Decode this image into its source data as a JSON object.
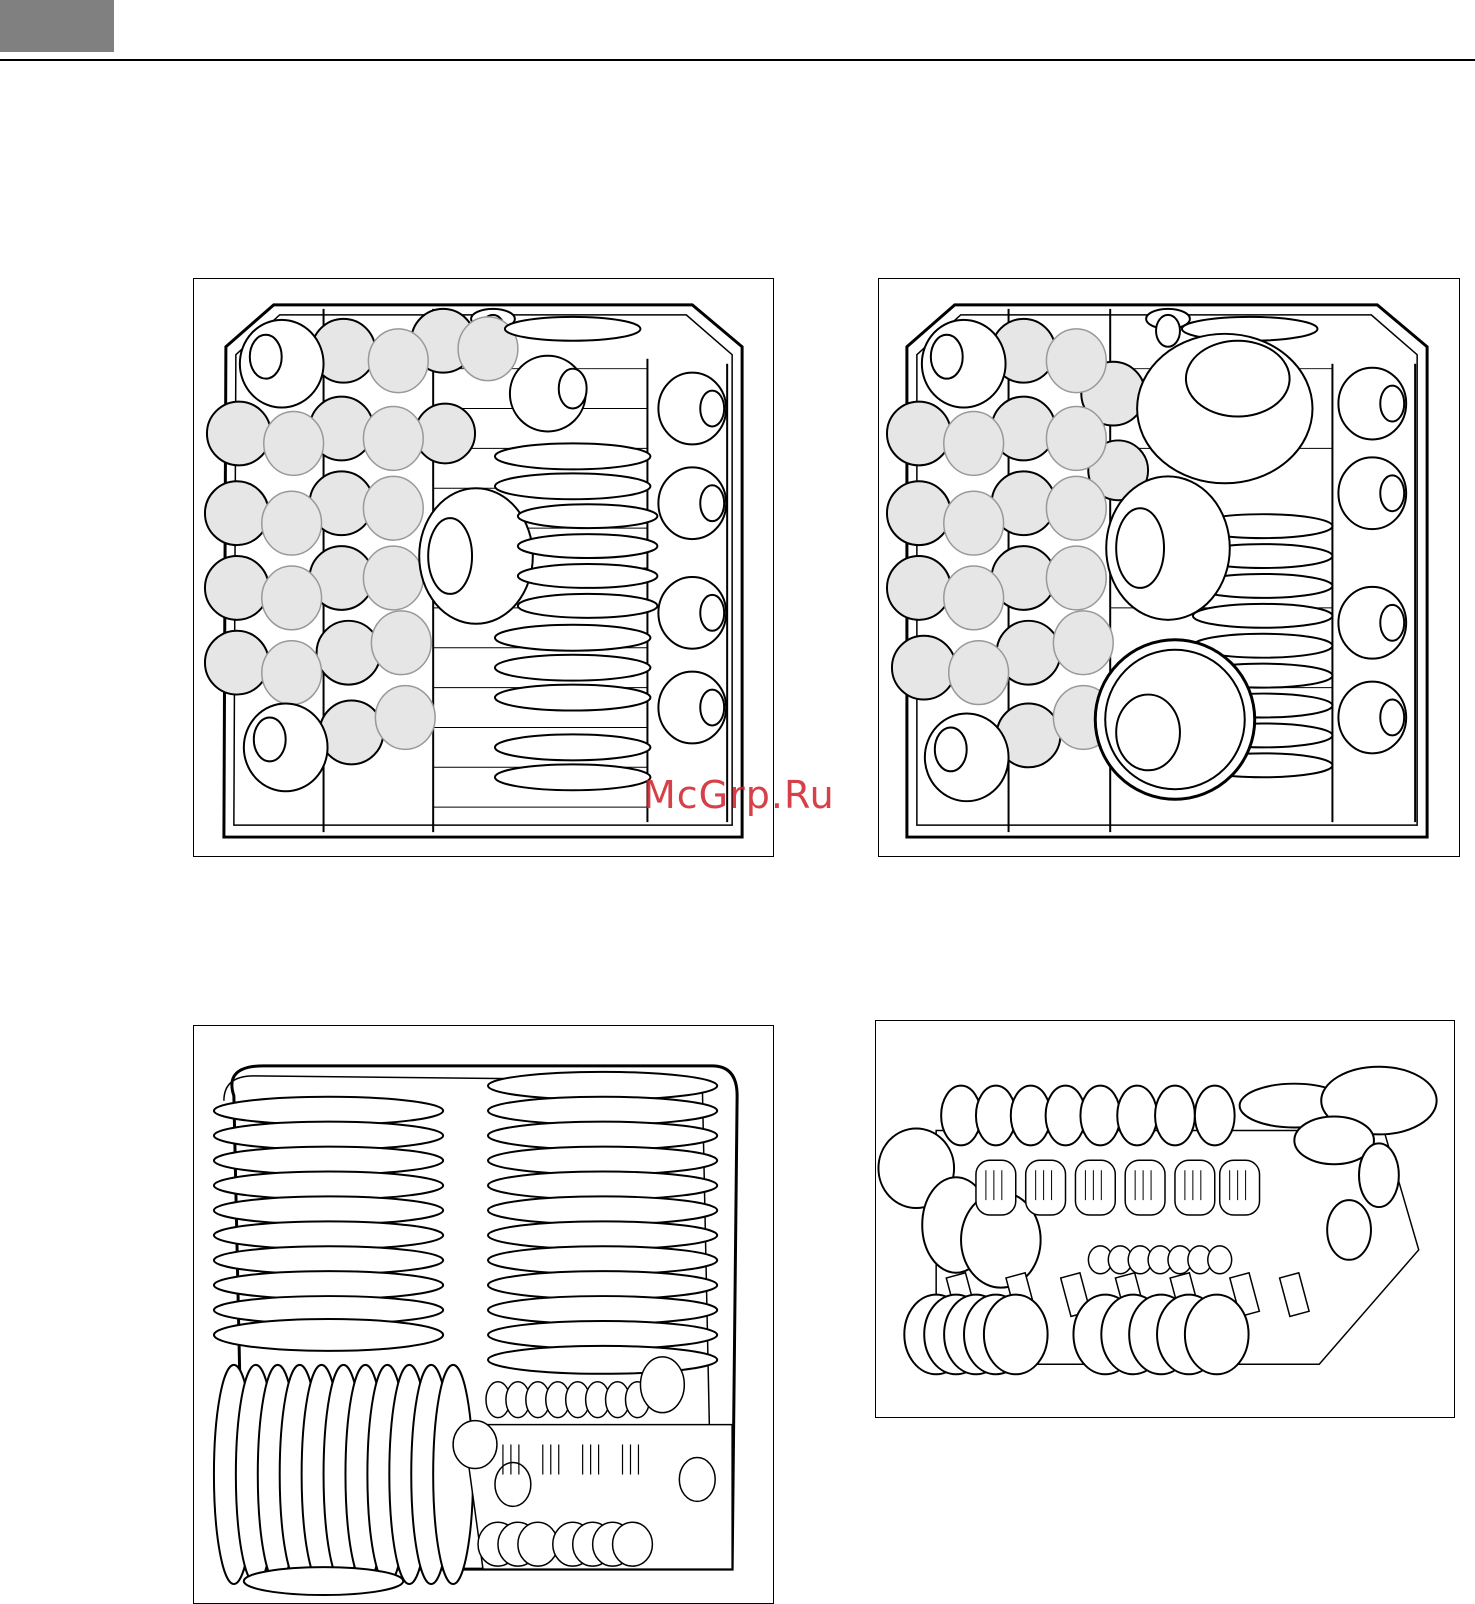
{
  "page": {
    "header_tab_color": "#808080",
    "rule_color": "#000000"
  },
  "watermark": {
    "text": "McGrp.Ru",
    "color": "#d0202a"
  },
  "figures": [
    {
      "id": "upper-basket-cups-glasses",
      "icon": "dishwasher-upper-basket-glasses-icon"
    },
    {
      "id": "upper-basket-bowls",
      "icon": "dishwasher-upper-basket-bowls-icon"
    },
    {
      "id": "lower-basket-plates-cutlery",
      "icon": "dishwasher-lower-basket-plates-icon"
    },
    {
      "id": "cutlery-basket",
      "icon": "cutlery-basket-icon"
    }
  ]
}
